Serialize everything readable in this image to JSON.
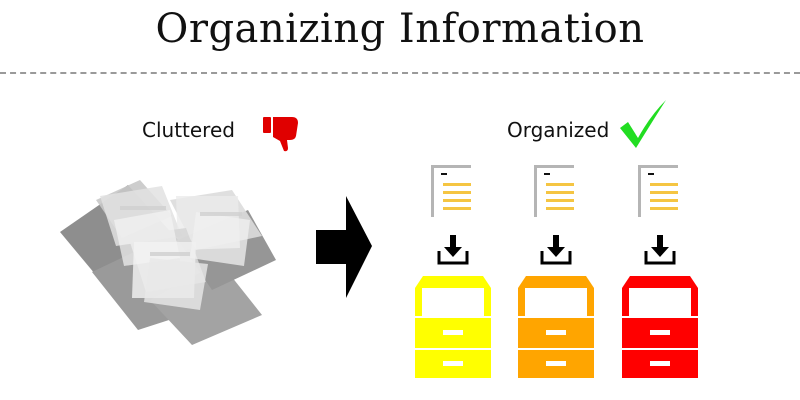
{
  "title": "Organizing Information",
  "left": {
    "label": "Cluttered",
    "icon": "thumbs-down-icon",
    "icon_color": "#e00000"
  },
  "right": {
    "label": "Organized",
    "icon": "checkmark-icon",
    "icon_color": "#22dd22"
  },
  "transition_icon": "arrow-right-icon",
  "cabinets": [
    {
      "name": "cabinet-yellow",
      "color": "#ffff00",
      "accent": "#f5c542"
    },
    {
      "name": "cabinet-orange",
      "color": "#ffa500",
      "accent": "#f5c542"
    },
    {
      "name": "cabinet-red",
      "color": "#ff0000",
      "accent": "#f5c542"
    }
  ]
}
